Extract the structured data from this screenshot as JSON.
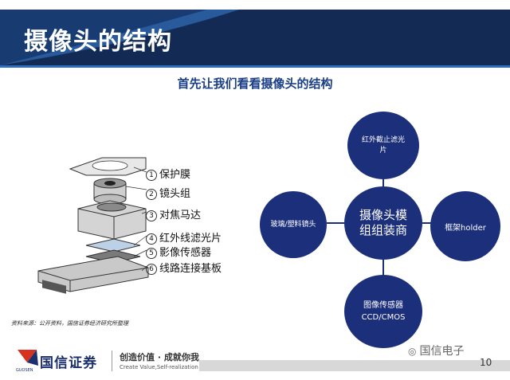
{
  "header": {
    "title": "摄像头的结构"
  },
  "subtitle": "首先让我们看看摄像头的结构",
  "components": [
    {
      "num": "1",
      "label": "保护膜"
    },
    {
      "num": "2",
      "label": "镜头组"
    },
    {
      "num": "3",
      "label": "对焦马达"
    },
    {
      "num": "4",
      "label": "红外线滤光片"
    },
    {
      "num": "5",
      "label": "影像传感器"
    },
    {
      "num": "6",
      "label": "线路连接基板"
    }
  ],
  "source_note": "资料来源：公开资料，国信证券经济研究所整理",
  "spoke_diagram": {
    "center": "摄像头模组组装商",
    "top": "红外截止滤光片",
    "left": "玻璃/塑料镜头",
    "right": "框架holder",
    "bottom": "图像传感器CCD/CMOS"
  },
  "footer": {
    "logo_text": "国信证券",
    "logo_sub": "GUOSEN",
    "slogan": "创造价值 · 成就你我",
    "slogan_en": "Create Value,Self-realization",
    "watermark": "国信电子",
    "page_number": "10"
  },
  "colors": {
    "header_bg": "#132b54",
    "accent_blue": "#2f6fc1",
    "node_fill": "#1c2f7a",
    "subtitle": "#1b3f86",
    "logo_red": "#d6321f"
  }
}
